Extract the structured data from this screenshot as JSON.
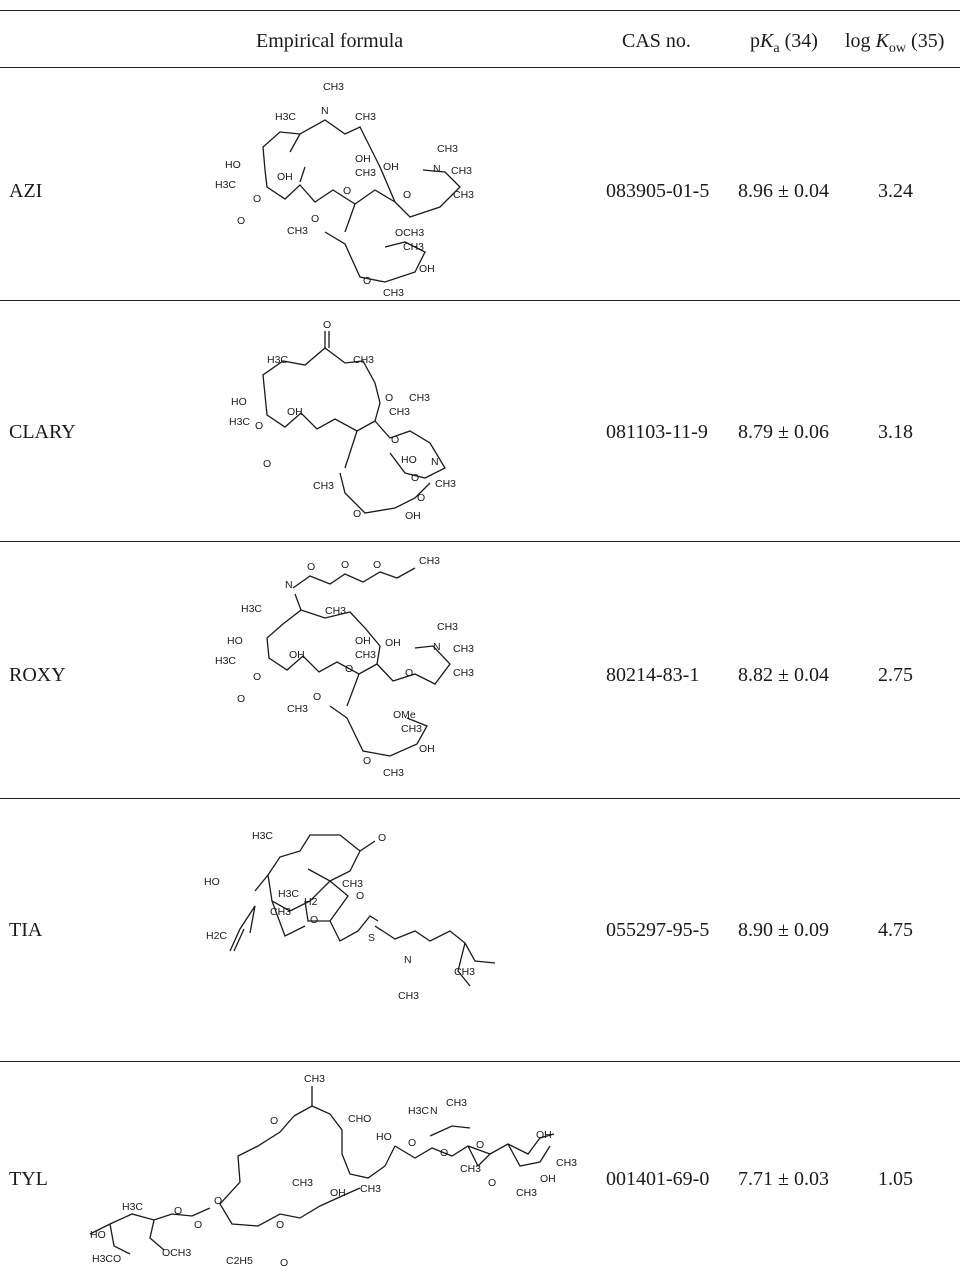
{
  "header": {
    "formula": "Empirical formula",
    "cas": "CAS no.",
    "pka_p": "p",
    "pka_k": "K",
    "pka_sub": "a",
    "pka_ref": "(34)",
    "logk_log": "log ",
    "logk_k": "K",
    "logk_sub": "ow",
    "logk_ref": "(35)"
  },
  "rows": [
    {
      "name": "AZI",
      "cas": "083905-01-5",
      "pka": "8.96 ± 0.04",
      "logk": "3.24"
    },
    {
      "name": "CLARY",
      "cas": "081103-11-9",
      "pka": "8.79 ± 0.06",
      "logk": "3.18"
    },
    {
      "name": "ROXY",
      "cas": "80214-83-1",
      "pka": "8.82 ± 0.04",
      "logk": "2.75"
    },
    {
      "name": "TIA",
      "cas": "055297-95-5",
      "pka": "8.90 ± 0.09",
      "logk": "4.75"
    },
    {
      "name": "TYL",
      "cas": "001401-69-0",
      "pka": "7.71 ± 0.03",
      "logk": "1.05"
    }
  ],
  "structures": {
    "azi": [
      "CH3",
      "H3C",
      "N",
      "CH3",
      "HO",
      "OH",
      "OH",
      "CH3",
      "OH",
      "CH3",
      "N",
      "CH3",
      "H3C",
      "O",
      "O",
      "CH3",
      "O",
      "O",
      "CH3",
      "O",
      "OCH3",
      "CH3",
      "O",
      "OH",
      "CH3"
    ],
    "clary": [
      "O",
      "H3C",
      "CH3",
      "HO",
      "OH",
      "O",
      "CH3",
      "H3C",
      "CH3",
      "O",
      "HO",
      "N",
      "O",
      "O",
      "CH3",
      "CH3",
      "O",
      "O",
      "O",
      "OH"
    ],
    "roxy": [
      "N",
      "O",
      "O",
      "O",
      "CH3",
      "H3C",
      "CH3",
      "HO",
      "OH",
      "OH",
      "CH3",
      "OH",
      "CH3",
      "N",
      "CH3",
      "H3C",
      "O",
      "O",
      "CH3",
      "O",
      "O",
      "CH3",
      "O",
      "OMe",
      "CH3",
      "O",
      "OH",
      "CH3"
    ],
    "tia": [
      "H3C",
      "O",
      "HO",
      "CH3",
      "H3C",
      "CH3",
      "H2",
      "O",
      "O",
      "H2C",
      "S",
      "N",
      "CH3",
      "CH3"
    ],
    "tyl": [
      "CH3",
      "O",
      "CHO",
      "H3C",
      "N",
      "CH3",
      "HO",
      "O",
      "O",
      "O",
      "CH3",
      "OH",
      "CH3",
      "CH3",
      "O",
      "OH",
      "CH3",
      "OH",
      "CH3",
      "H3C",
      "O",
      "HO",
      "O",
      "O",
      "O",
      "H3CO",
      "OCH3",
      "C2H5",
      "O"
    ]
  }
}
